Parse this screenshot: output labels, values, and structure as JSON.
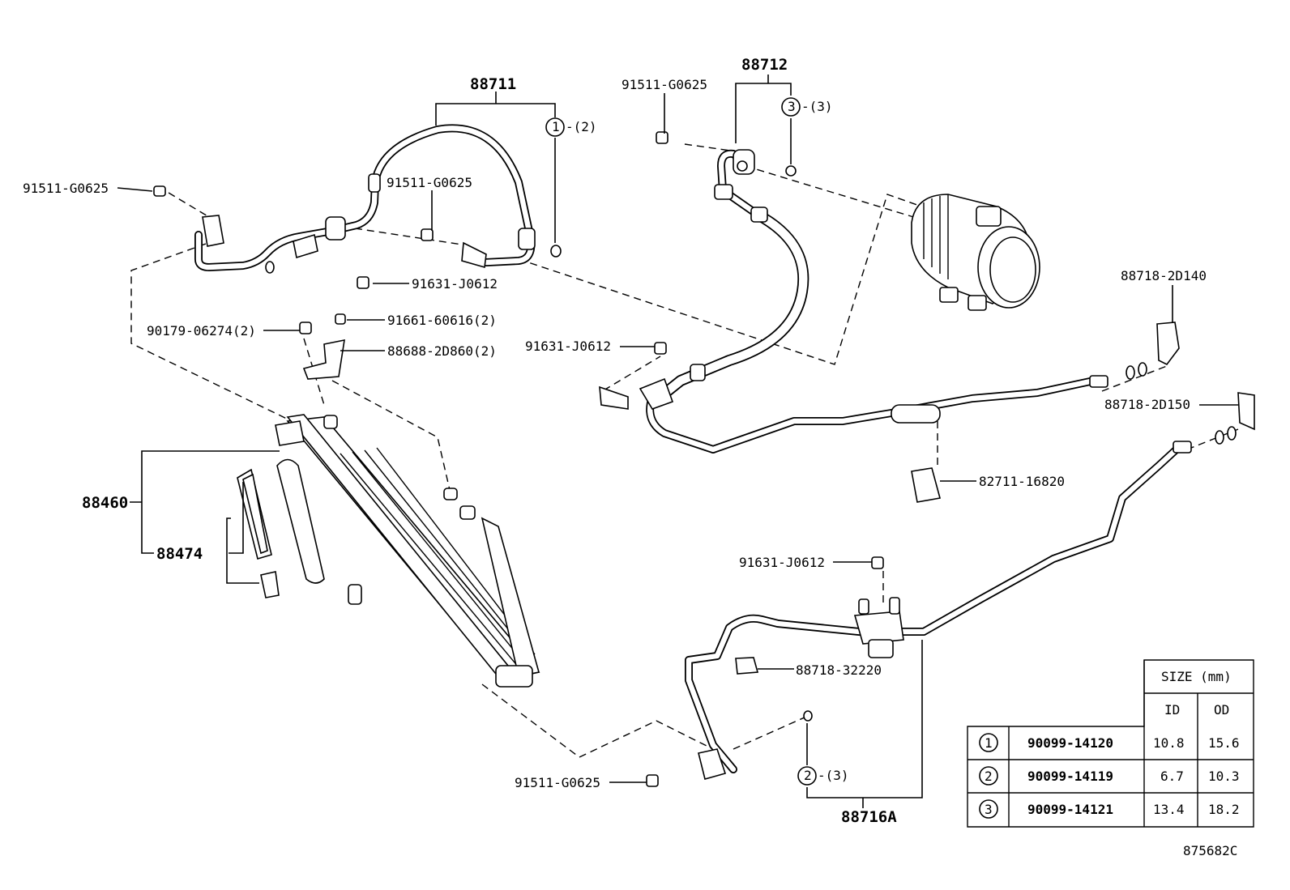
{
  "diagram_code": "875682C",
  "labels": {
    "p88711": "88711",
    "p88711_ring": "-(2)",
    "p88711_ring_no": "1",
    "p88712": "88712",
    "p88712_ring": "-(3)",
    "p88712_ring_no": "3",
    "p88716A": "88716A",
    "p88716A_ring": "-(3)",
    "p88716A_ring_no": "2",
    "p88460": "88460",
    "p88474": "88474",
    "bolt_91511_a": "91511-G0625",
    "bolt_91511_b": "91511-G0625",
    "bolt_91511_c": "91511-G0625",
    "bolt_91511_d": "91511-G0625",
    "bolt_91631_a": "91631-J0612",
    "bolt_91631_b": "91631-J0612",
    "bolt_91631_c": "91631-J0612",
    "nut_90179": "90179-06274(2)",
    "bolt_91661": "91661-60616(2)",
    "bracket_88688": "88688-2D860(2)",
    "clamp_2D140": "88718-2D140",
    "clamp_2D150": "88718-2D150",
    "clamp_32220": "88718-32220",
    "clamp_82711": "82711-16820"
  },
  "size_table": {
    "title": "SIZE (mm)",
    "col_id": "ID",
    "col_od": "OD",
    "rows": [
      {
        "no": "1",
        "part": "90099-14120",
        "id": "10.8",
        "od": "15.6"
      },
      {
        "no": "2",
        "part": "90099-14119",
        "id": "6.7",
        "od": "10.3"
      },
      {
        "no": "3",
        "part": "90099-14121",
        "id": "13.4",
        "od": "18.2"
      }
    ]
  }
}
